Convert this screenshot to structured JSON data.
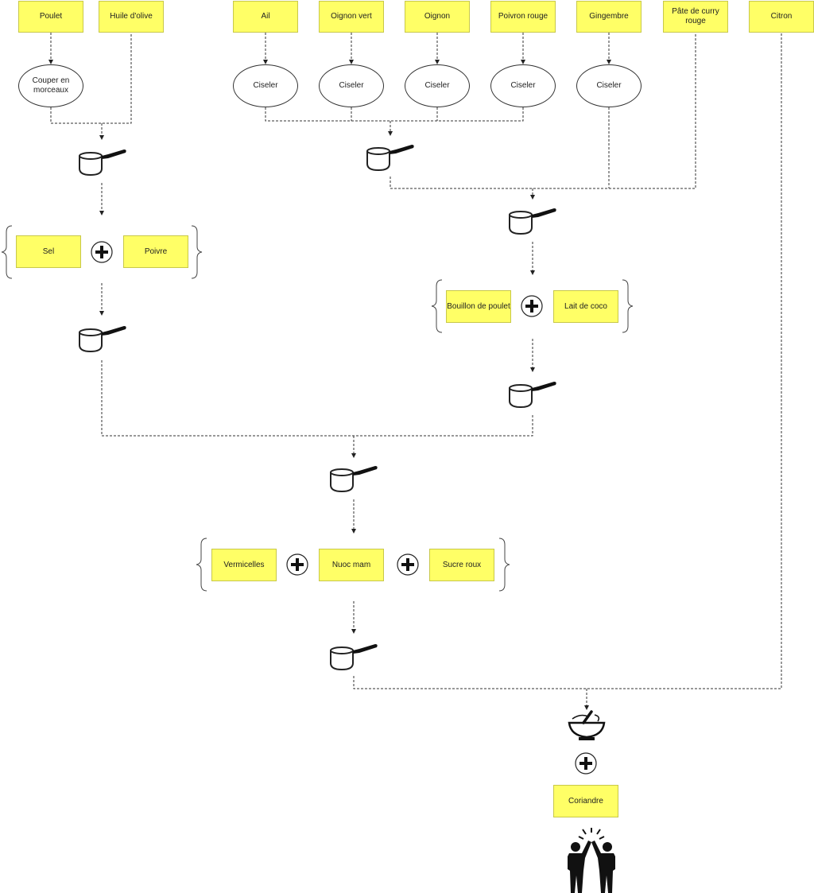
{
  "ingredients": {
    "poulet": "Poulet",
    "huile": "Huile d'olive",
    "ail": "Ail",
    "oignon_vert": "Oignon vert",
    "oignon": "Oignon",
    "poivron": "Poivron rouge",
    "gingembre": "Gingembre",
    "pate_curry": "Pâte de curry rouge",
    "citron": "Citron",
    "sel": "Sel",
    "poivre": "Poivre",
    "bouillon": "Bouillon de poulet",
    "lait_coco": "Lait de coco",
    "vermicelles": "Vermicelles",
    "nuoc_mam": "Nuoc mam",
    "sucre": "Sucre roux",
    "coriandre": "Coriandre"
  },
  "steps": {
    "couper": "Couper en morceaux",
    "ciseler": "Ciseler"
  },
  "icons": {
    "pot": "saucepan-icon",
    "plus": "plus-icon",
    "bowl": "mixing-bowl-icon",
    "celebrate": "high-five-icon"
  },
  "colors": {
    "ingredient_fill": "#ffff66",
    "ingredient_border": "#c8c84a",
    "line": "#333333"
  }
}
